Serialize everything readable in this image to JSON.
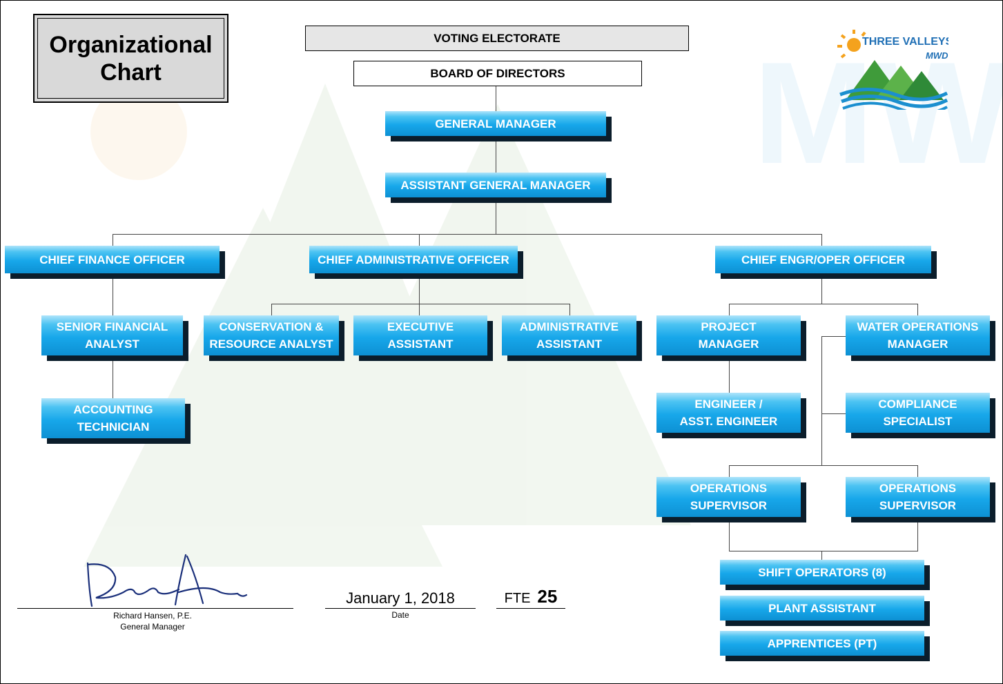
{
  "title": {
    "line1": "Organizational",
    "line2": "Chart"
  },
  "governance": {
    "voting": "VOTING ELECTORATE",
    "board": "BOARD OF DIRECTORS"
  },
  "logo": {
    "line1": "THREE VALLEYS",
    "line2": "MWD"
  },
  "watermark": "MWD",
  "positions": {
    "gm": [
      "GENERAL MANAGER"
    ],
    "agm": [
      "ASSISTANT GENERAL MANAGER"
    ],
    "cfo": [
      "CHIEF FINANCE OFFICER"
    ],
    "cao": [
      "CHIEF ADMINISTRATIVE OFFICER"
    ],
    "ceo": [
      "CHIEF ENGR/OPER  OFFICER"
    ],
    "sfa": [
      "SENIOR FINANCIAL",
      "ANALYST"
    ],
    "acct": [
      "ACCOUNTING",
      "TECHNICIAN"
    ],
    "cons": [
      "CONSERVATION &",
      "RESOURCE ANALYST"
    ],
    "exec": [
      "EXECUTIVE",
      "ASSISTANT"
    ],
    "admin": [
      "ADMINISTRATIVE",
      "ASSISTANT"
    ],
    "pm": [
      "PROJECT",
      "MANAGER"
    ],
    "wom": [
      "WATER OPERATIONS",
      "MANAGER"
    ],
    "eng": [
      "ENGINEER /",
      "ASST. ENGINEER"
    ],
    "comp": [
      "COMPLIANCE",
      "SPECIALIST"
    ],
    "ops1": [
      "OPERATIONS",
      "SUPERVISOR"
    ],
    "ops2": [
      "OPERATIONS",
      "SUPERVISOR"
    ],
    "shift": [
      "SHIFT OPERATORS (8)"
    ],
    "plant": [
      "PLANT ASSISTANT"
    ],
    "appr": [
      "APPRENTICES (PT)"
    ]
  },
  "signature": {
    "name": "Richard Hansen, P.E.",
    "role": "General Manager"
  },
  "date": {
    "value": "January 1, 2018",
    "label": "Date"
  },
  "fte": {
    "label": "FTE",
    "value": "25"
  }
}
